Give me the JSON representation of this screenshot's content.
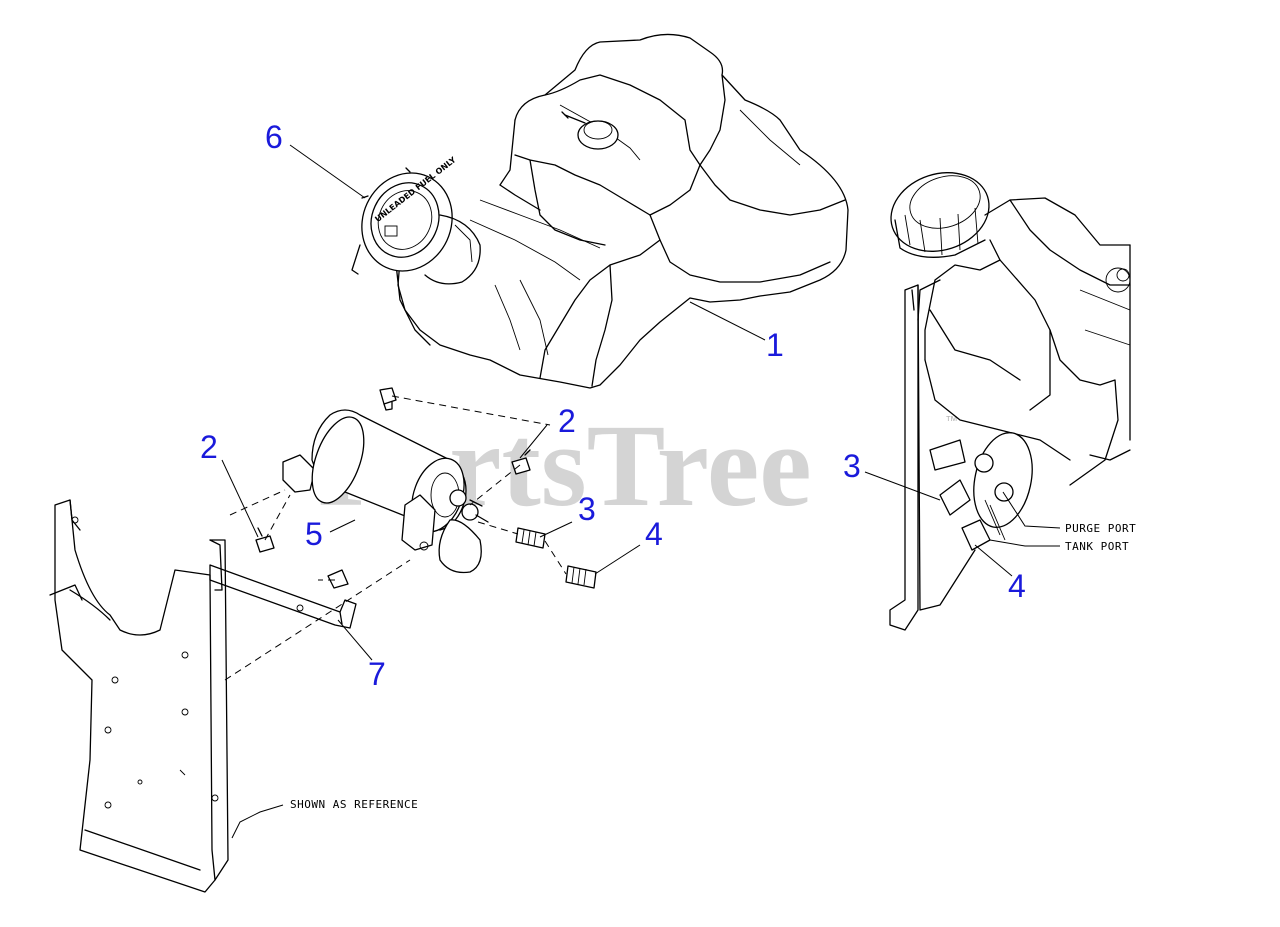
{
  "watermark": {
    "text": "PartsTree",
    "trademark": "™"
  },
  "callouts": {
    "c1": "1",
    "c2_left": "2",
    "c2_top": "2",
    "c3_left": "3",
    "c4_left": "4",
    "c5": "5",
    "c6": "6",
    "c7": "7",
    "c3_right": "3",
    "c4_right": "4"
  },
  "notes": {
    "shown_as_reference": "SHOWN AS REFERENCE",
    "purge_port": "PURGE PORT",
    "tank_port": "TANK PORT"
  },
  "cap_text": {
    "unleaded": "UNLEADED FUEL ONLY"
  }
}
